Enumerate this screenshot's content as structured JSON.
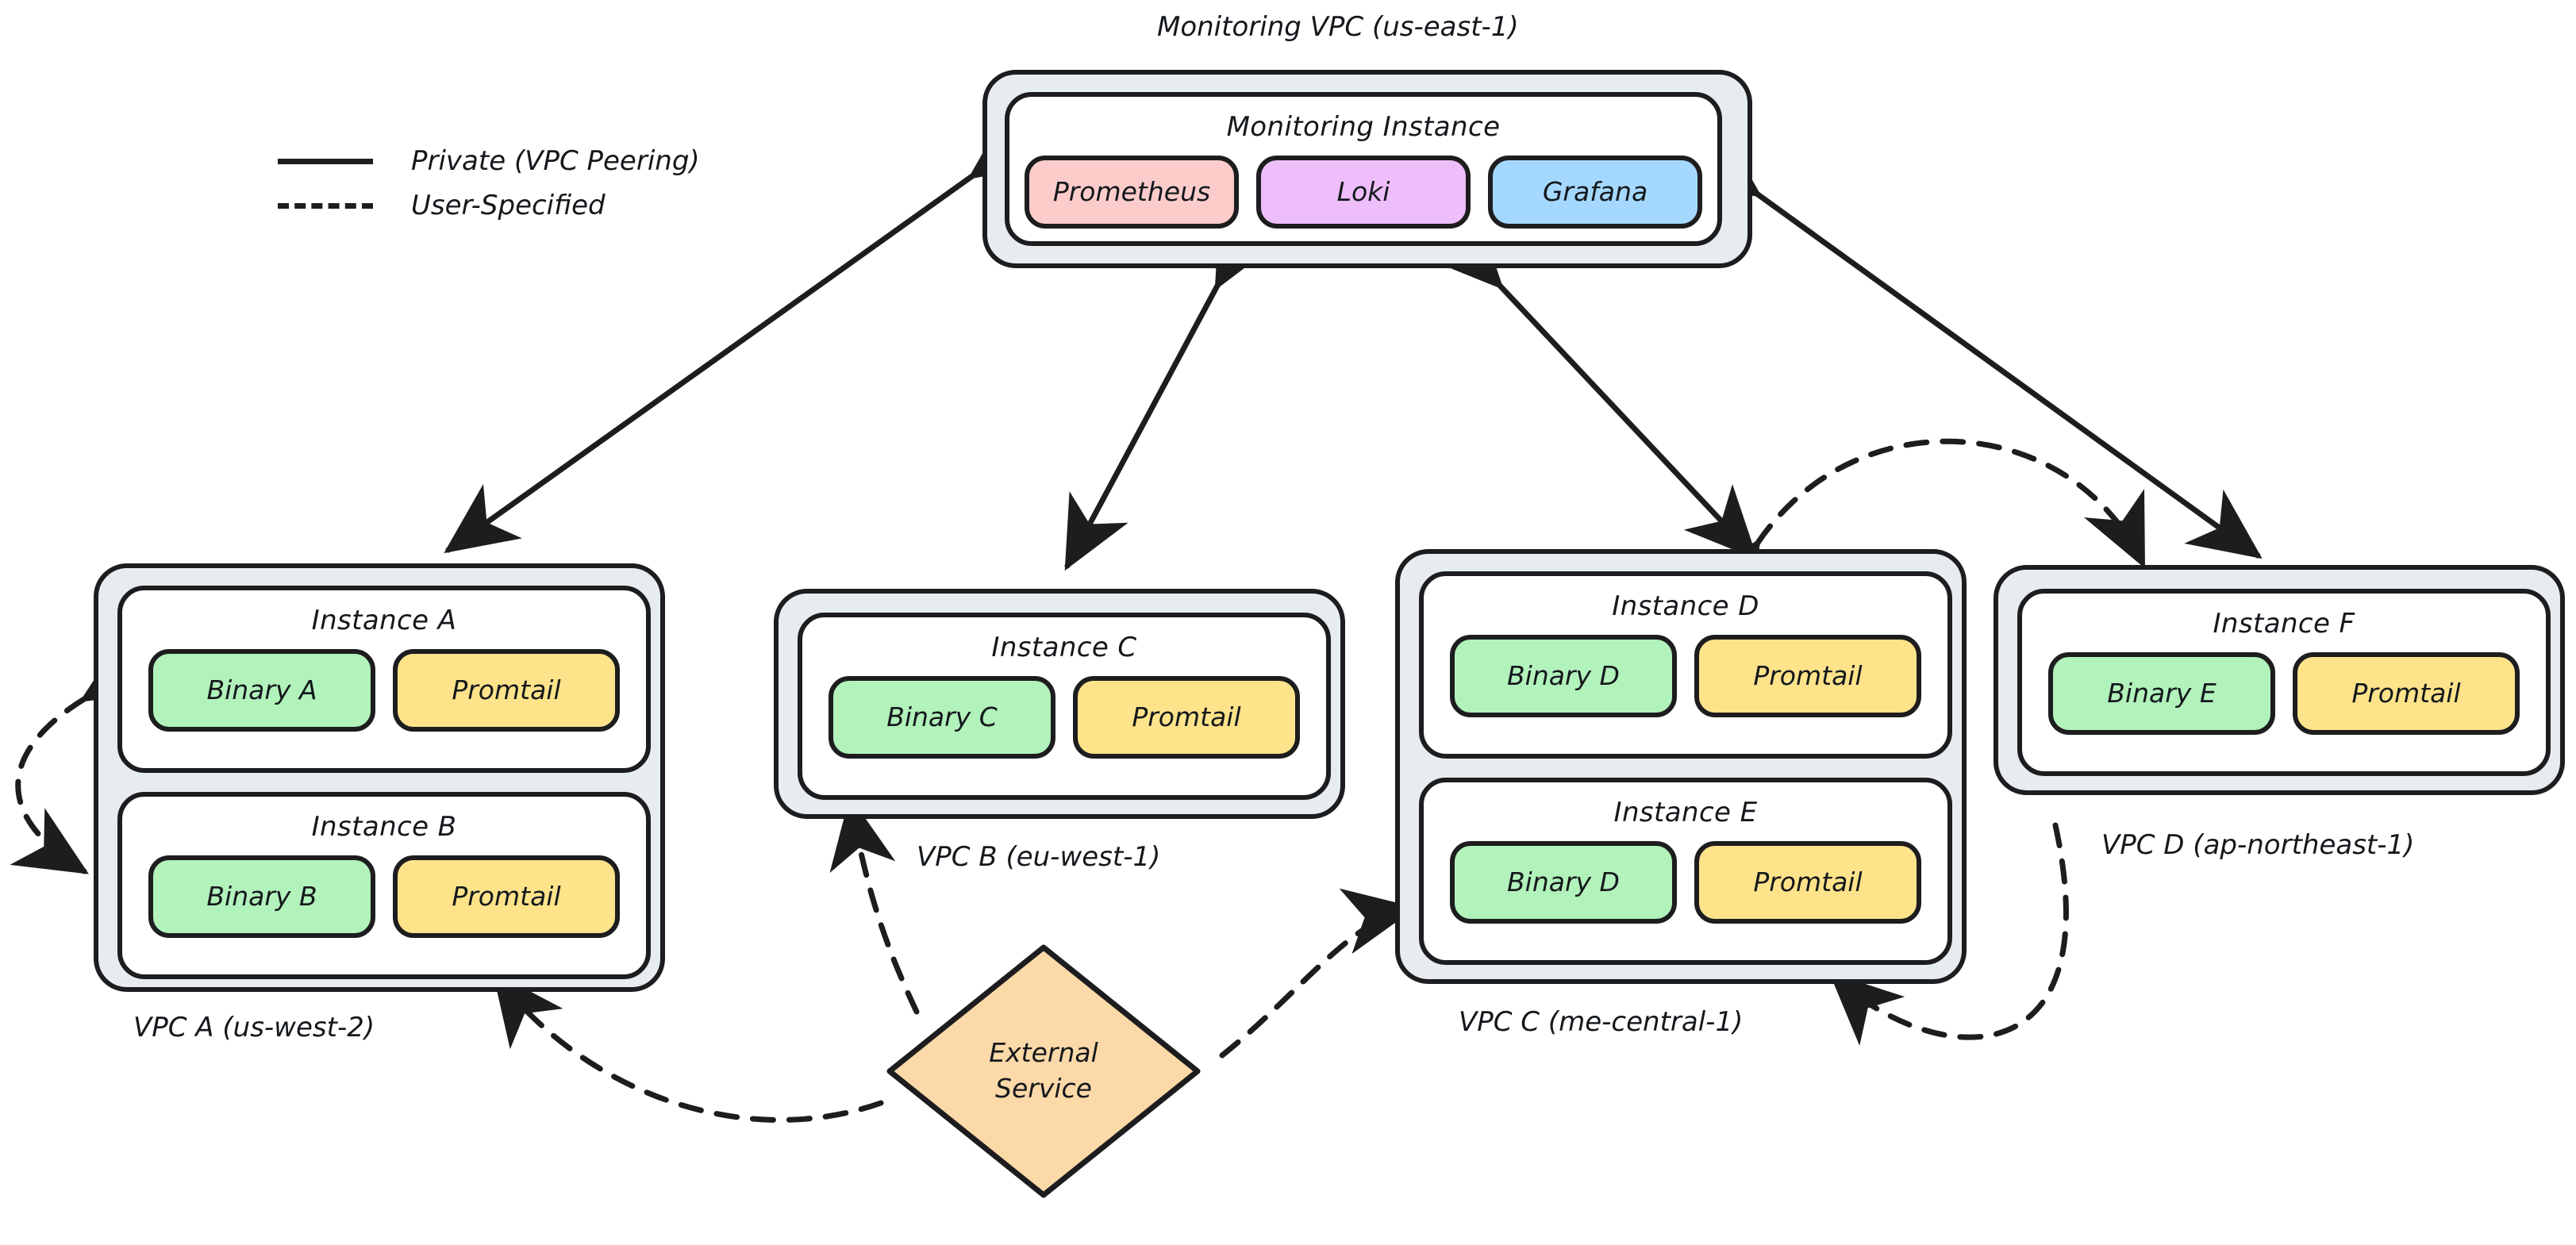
{
  "diagram": {
    "title": "Monitoring VPC (us-east-1)",
    "colors": {
      "prometheus": "#FCCCCB",
      "loki": "#EEBEFA",
      "grafana": "#A5D8FF",
      "binary": "#B2F2BB",
      "promtail": "#FFE38A",
      "external": "#FCD9A8",
      "vpc_fill": "#E6ECEF",
      "instance_fill": "#FFFFFF",
      "stroke": "#1D1D1F"
    }
  },
  "legend": {
    "items": [
      {
        "style": "solid",
        "label": "Private (VPC Peering)"
      },
      {
        "style": "dashed",
        "label": "User-Specified"
      }
    ]
  },
  "monitoring_vpc": {
    "caption": "Monitoring VPC (us-east-1)",
    "instance": {
      "title": "Monitoring Instance",
      "services": [
        {
          "label": "Prometheus",
          "color": "#FCCCCB"
        },
        {
          "label": "Loki",
          "color": "#EEBEFA"
        },
        {
          "label": "Grafana",
          "color": "#A5D8FF"
        }
      ]
    }
  },
  "vpcs": [
    {
      "id": "vpc-a",
      "caption": "VPC A (us-west-2)",
      "instances": [
        {
          "title": "Instance A",
          "services": [
            {
              "label": "Binary A",
              "color": "#B2F2BB"
            },
            {
              "label": "Promtail",
              "color": "#FFE38A"
            }
          ]
        },
        {
          "title": "Instance B",
          "services": [
            {
              "label": "Binary B",
              "color": "#B2F2BB"
            },
            {
              "label": "Promtail",
              "color": "#FFE38A"
            }
          ]
        }
      ]
    },
    {
      "id": "vpc-b",
      "caption": "VPC B (eu-west-1)",
      "instances": [
        {
          "title": "Instance C",
          "services": [
            {
              "label": "Binary C",
              "color": "#B2F2BB"
            },
            {
              "label": "Promtail",
              "color": "#FFE38A"
            }
          ]
        }
      ]
    },
    {
      "id": "vpc-c",
      "caption": "VPC C (me-central-1)",
      "instances": [
        {
          "title": "Instance D",
          "services": [
            {
              "label": "Binary D",
              "color": "#B2F2BB"
            },
            {
              "label": "Promtail",
              "color": "#FFE38A"
            }
          ]
        },
        {
          "title": "Instance E",
          "services": [
            {
              "label": "Binary D",
              "color": "#B2F2BB"
            },
            {
              "label": "Promtail",
              "color": "#FFE38A"
            }
          ]
        }
      ]
    },
    {
      "id": "vpc-d",
      "caption": "VPC D (ap-northeast-1)",
      "instances": [
        {
          "title": "Instance F",
          "services": [
            {
              "label": "Binary E",
              "color": "#B2F2BB"
            },
            {
              "label": "Promtail",
              "color": "#FFE38A"
            }
          ]
        }
      ]
    }
  ],
  "external_service": {
    "line1": "External",
    "line2": "Service"
  },
  "connections": [
    {
      "from": "Monitoring VPC (us-east-1)",
      "to": "VPC A (us-west-2)",
      "style": "solid",
      "direction": "both"
    },
    {
      "from": "Monitoring VPC (us-east-1)",
      "to": "VPC B (eu-west-1)",
      "style": "solid",
      "direction": "both"
    },
    {
      "from": "Monitoring VPC (us-east-1)",
      "to": "VPC C (me-central-1)",
      "style": "solid",
      "direction": "both"
    },
    {
      "from": "Monitoring VPC (us-east-1)",
      "to": "VPC D (ap-northeast-1)",
      "style": "solid",
      "direction": "both"
    },
    {
      "from": "Instance A",
      "to": "Instance B",
      "style": "dashed",
      "direction": "both"
    },
    {
      "from": "VPC C (me-central-1)",
      "to": "VPC D (ap-northeast-1)",
      "style": "dashed",
      "direction": "both"
    },
    {
      "from": "External Service",
      "to": "VPC A (us-west-2)",
      "style": "dashed",
      "direction": "one"
    },
    {
      "from": "External Service",
      "to": "VPC B (eu-west-1)",
      "style": "dashed",
      "direction": "one"
    },
    {
      "from": "External Service",
      "to": "VPC C (me-central-1)",
      "style": "dashed",
      "direction": "one"
    }
  ]
}
